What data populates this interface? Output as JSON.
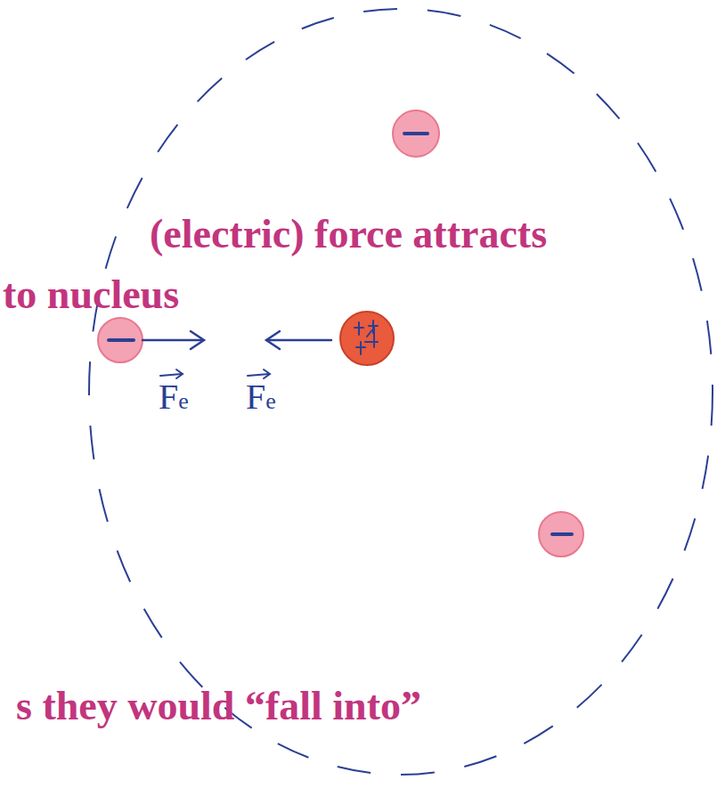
{
  "diagram": {
    "labels": [
      "(electric) force attracts",
      "to nucleus",
      "s they would “fall into”",
      "Fe",
      "Fe"
    ]
  }
}
